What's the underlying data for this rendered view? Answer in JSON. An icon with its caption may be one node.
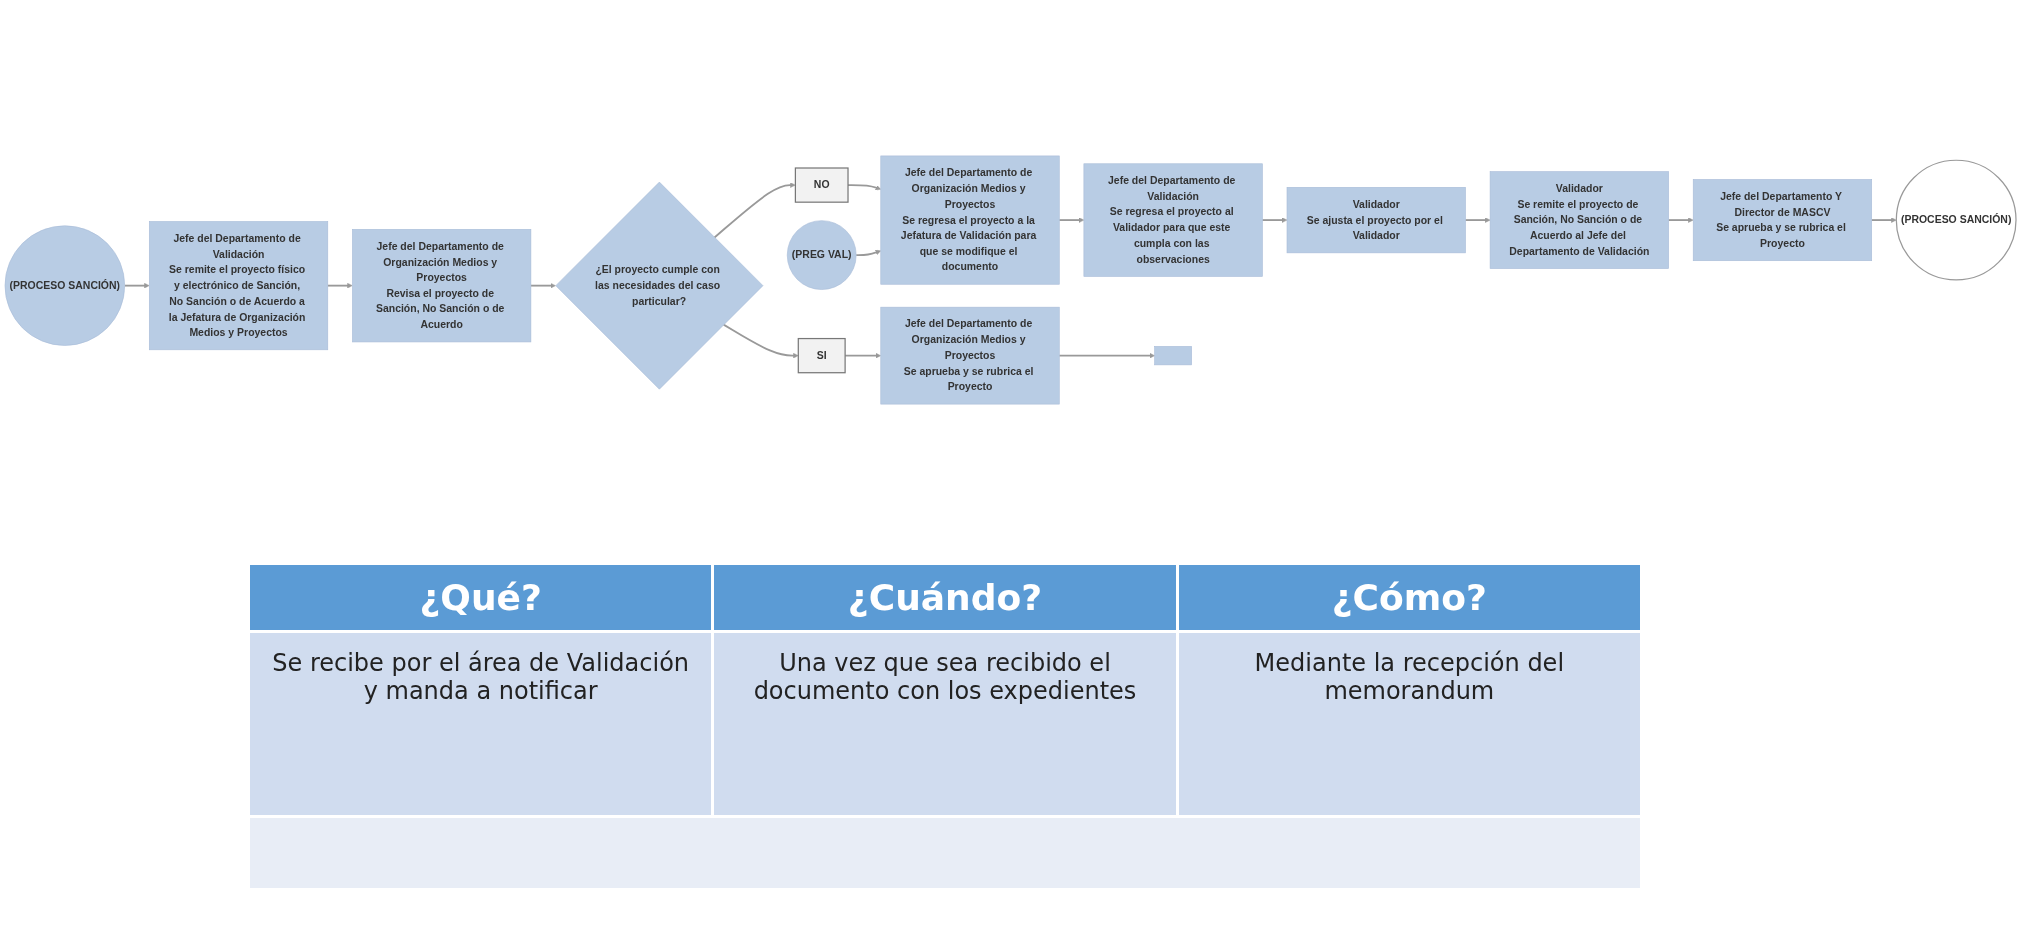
{
  "diagram": {
    "nodes": [
      {
        "text": [
          "(PROCESO SANCIÓN)"
        ]
      },
      {
        "text": [
          "Jefe del Departamento de Validación",
          "Se remite el proyecto físico y electrónico de Sanción, No Sanción o de Acuerdo a la Jefatura de Organización Medios y Proyectos"
        ]
      },
      {
        "text": [
          "Jefe del Departamento de Organización Medios y Proyectos",
          "Revisa el proyecto de Sanción, No Sanción o de Acuerdo"
        ]
      },
      {
        "text": [
          "¿El proyecto cumple con las necesidades del caso particular?"
        ]
      },
      {
        "text": [
          "NO"
        ]
      },
      {
        "text": [
          "SI"
        ]
      },
      {
        "text": [
          "(PREG VAL)"
        ]
      },
      {
        "text": [
          "Jefe del Departamento de Organización Medios y Proyectos",
          "Se regresa el proyecto a la Jefatura de Validación para que se modifique el documento"
        ]
      },
      {
        "text": [
          "Jefe del Departamento de Validación",
          "Se regresa el proyecto al Validador para que este cumpla con las observaciones"
        ]
      },
      {
        "text": [
          "Validador",
          "Se ajusta el proyecto por el Validador"
        ]
      },
      {
        "text": [
          "Validador",
          "Se remite el proyecto de Sanción, No Sanción o de Acuerdo al Jefe del Departamento de Validación"
        ]
      },
      {
        "text": [
          "Jefe del Departamento Y Director de MASCV",
          "Se aprueba y se rubrica el Proyecto"
        ]
      },
      {
        "text": [
          "(PROCESO SANCIÓN)"
        ]
      },
      {
        "text": [
          "Jefe del Departamento de Organización Medios y Proyectos",
          "Se aprueba y se rubrica el Proyecto"
        ]
      },
      {
        "text": [],
        "shape": "box"
      }
    ],
    "edges": [
      {
        "from": 0,
        "to": 1,
        "arrow": "to"
      },
      {
        "from": 1,
        "to": 2,
        "arrow": "to"
      },
      {
        "from": 2,
        "to": 3,
        "arrow": "to"
      },
      {
        "from": 3,
        "to": 4,
        "arrow": "to"
      },
      {
        "from": 4,
        "to": 7,
        "arrow": "to"
      },
      {
        "from": 6,
        "to": 7,
        "arrow": "to"
      },
      {
        "from": 7,
        "to": 8,
        "arrow": "to"
      },
      {
        "from": 8,
        "to": 9,
        "arrow": "to"
      },
      {
        "from": 9,
        "to": 10,
        "arrow": "to"
      },
      {
        "from": 10,
        "to": 11,
        "arrow": "to"
      },
      {
        "from": 11,
        "to": 12,
        "arrow": "to"
      },
      {
        "from": 3,
        "to": 5,
        "arrow": "to"
      },
      {
        "from": 5,
        "to": 13,
        "arrow": "to"
      },
      {
        "from": 13,
        "to": 14,
        "arrow": "to"
      }
    ],
    "labels": [
      "¿Qué?",
      "¿Cuándo?",
      "¿Cómo?",
      "Se recibe por el área de Validación y manda a notificar",
      "Una vez que sea recibido el documento con los expedientes",
      "Mediante la recepción del memorandum"
    ]
  }
}
